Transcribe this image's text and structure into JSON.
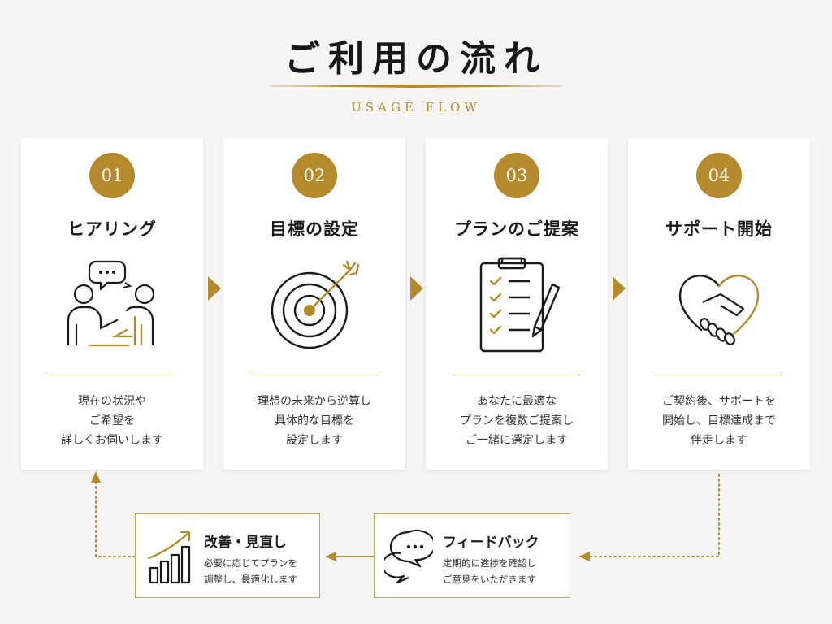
{
  "header": {
    "title": "ご利用の流れ",
    "subtitle": "USAGE FLOW"
  },
  "steps": [
    {
      "number": "01",
      "title": "ヒアリング",
      "icon": "consultation-icon",
      "desc": [
        "現在の状況や",
        "ご希望を",
        "詳しくお伺いします"
      ]
    },
    {
      "number": "02",
      "title": "目標の設定",
      "icon": "target-icon",
      "desc": [
        "理想の未来から逆算し",
        "具体的な目標を",
        "設定します"
      ]
    },
    {
      "number": "03",
      "title": "プランのご提案",
      "icon": "clipboard-icon",
      "desc": [
        "あなたに最適な",
        "プランを複数ご提案し",
        "ご一緒に選定します"
      ]
    },
    {
      "number": "04",
      "title": "サポート開始",
      "icon": "handshake-heart-icon",
      "desc": [
        "ご契約後、サポートを",
        "開始し、目標達成まで",
        "伴走します"
      ]
    }
  ],
  "feedback_boxes": [
    {
      "title": "改善・見直し",
      "icon": "growth-chart-icon",
      "desc": [
        "必要に応じてプランを",
        "調整し、最適化します"
      ]
    },
    {
      "title": "フィードバック",
      "icon": "chat-bubbles-icon",
      "desc": [
        "定期的に進捗を確認し",
        "ご意見をいただきます"
      ]
    }
  ],
  "colors": {
    "accent": "#b48a2c",
    "accent_light": "#c9a961",
    "text": "#1a1a1a",
    "background": "#f6f5f3",
    "card": "#ffffff"
  }
}
